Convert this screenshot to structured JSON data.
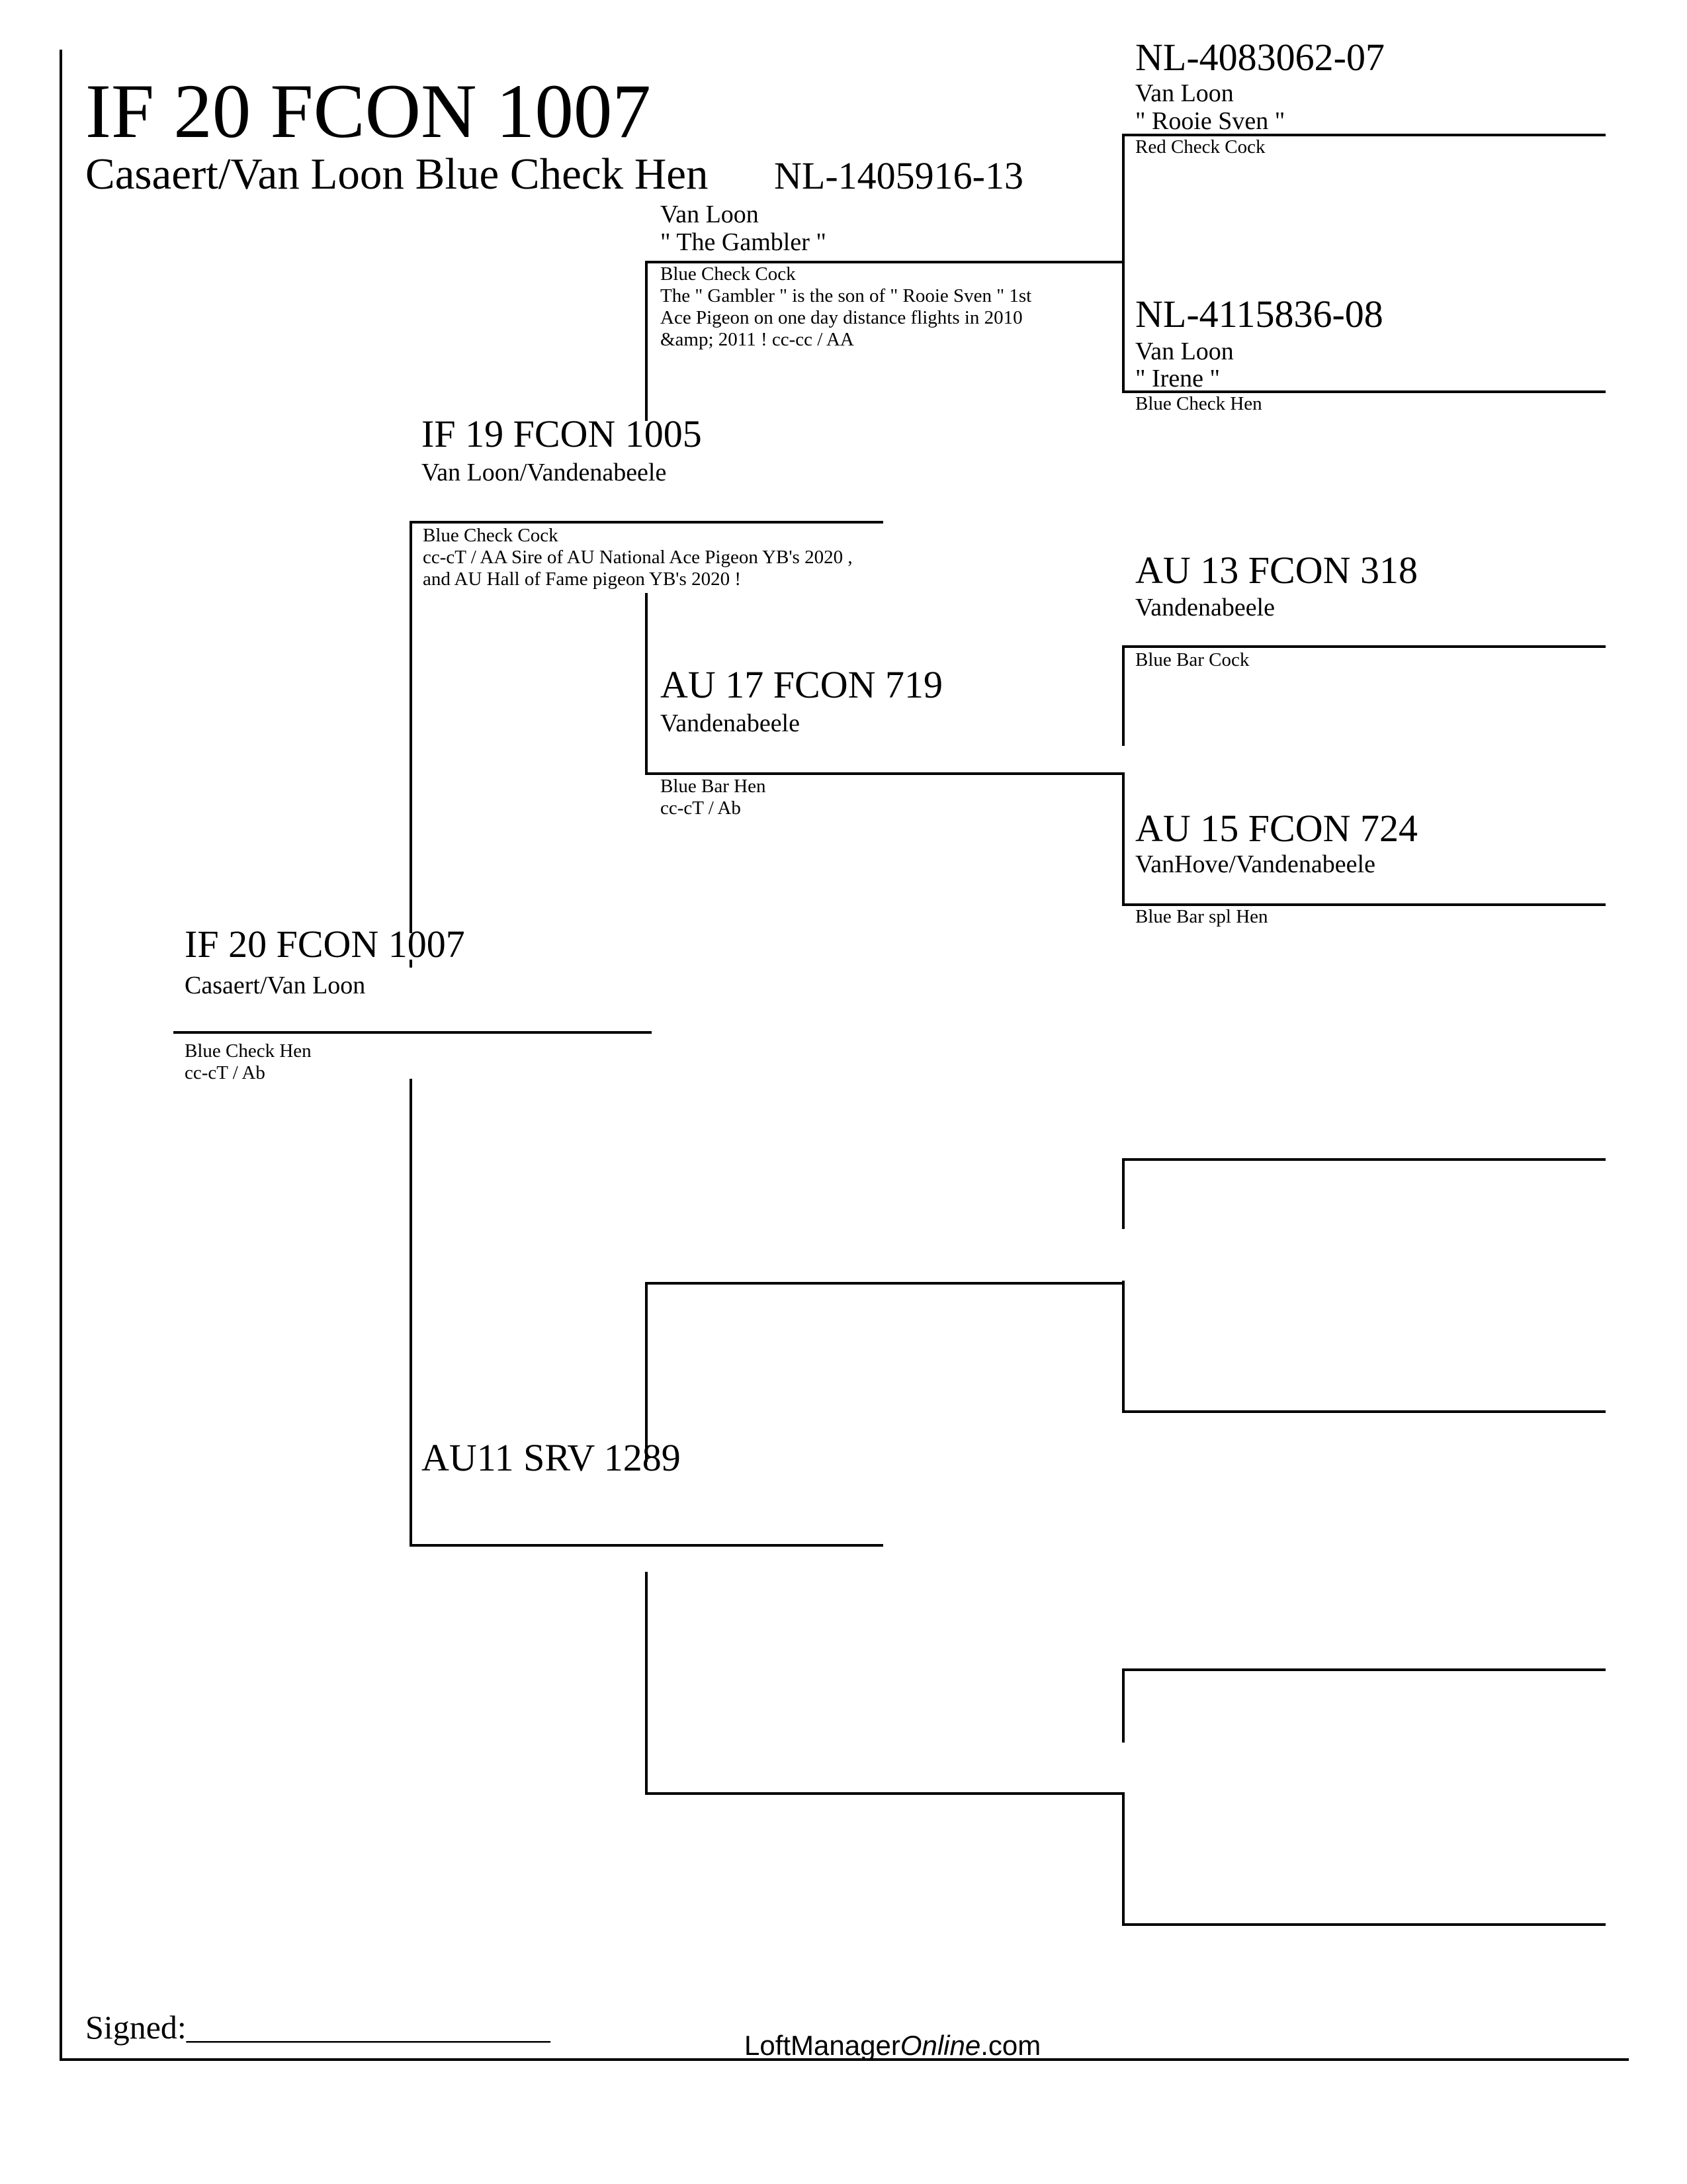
{
  "header": {
    "title": "IF 20 FCON 1007",
    "subtitle": "Casaert/Van Loon Blue Check Hen"
  },
  "subject": {
    "band": "IF 20 FCON 1007",
    "breeder": "Casaert/Van Loon",
    "notes": "Blue Check Hen\ncc-cT / Ab"
  },
  "sire": {
    "band": "IF 19 FCON 1005",
    "breeder": "Van Loon/Vandenabeele",
    "notes": "Blue Check Cock\ncc-cT / AA Sire of AU National Ace Pigeon YB's 2020 ,\nand AU Hall of Fame pigeon YB's 2020 !"
  },
  "dam": {
    "band": "AU11 SRV 1289"
  },
  "sire_sire": {
    "band": "NL-1405916-13",
    "breeder": "Van Loon",
    "name": "\" The Gambler \"",
    "notes": "Blue Check Cock\nThe \" Gambler \" is the son of \" Rooie Sven \" 1st\nAce Pigeon on one day distance flights in 2010\n&amp; 2011 !  cc-cc / AA"
  },
  "sire_dam": {
    "band": "AU 17 FCON 719",
    "breeder": "Vandenabeele",
    "notes": "Blue Bar Hen\ncc-cT / Ab"
  },
  "ss_sire": {
    "band": "NL-4083062-07",
    "breeder": "Van Loon",
    "name": "\" Rooie Sven \"",
    "notes": "Red Check Cock"
  },
  "ss_dam": {
    "band": "NL-4115836-08",
    "breeder": "Van Loon",
    "name": "\" Irene \"",
    "notes": "Blue Check Hen"
  },
  "sd_sire": {
    "band": "AU 13 FCON 318",
    "breeder": "Vandenabeele",
    "notes": "Blue Bar Cock"
  },
  "sd_dam": {
    "band": "AU 15 FCON 724",
    "breeder": "VanHove/Vandenabeele",
    "notes": "Blue Bar spl Hen"
  },
  "footer": {
    "signed": "Signed:______________________",
    "brand_a": "LoftManager",
    "brand_b": "Online",
    "brand_c": ".com"
  }
}
